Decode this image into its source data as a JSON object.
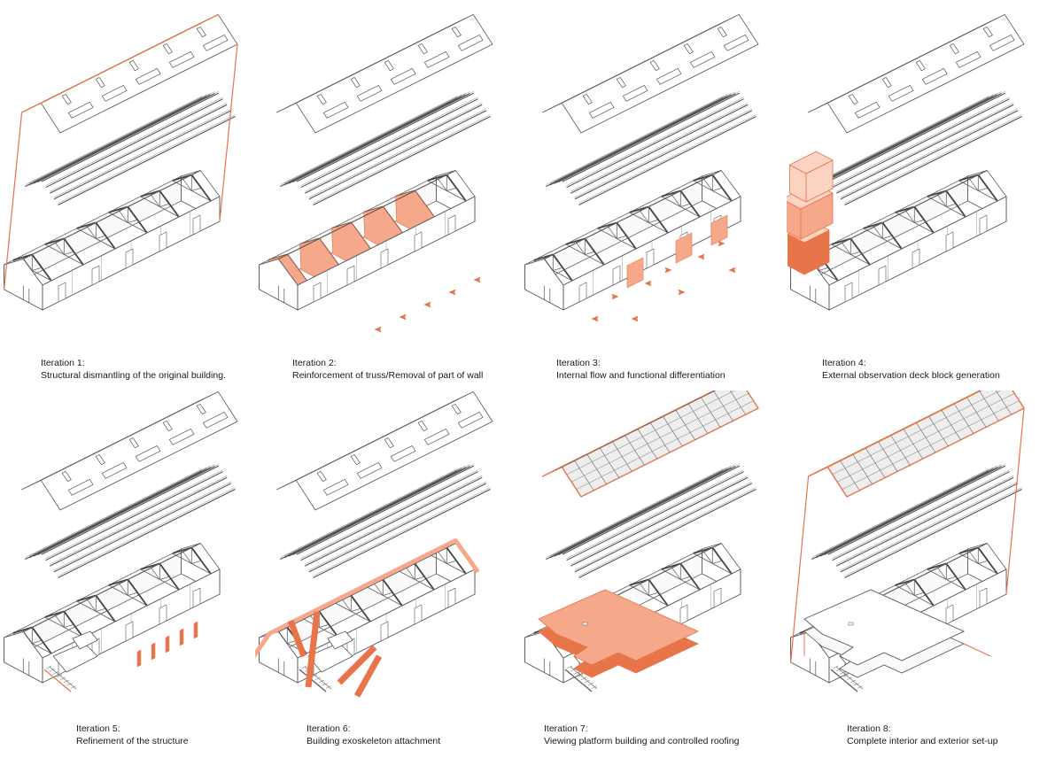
{
  "colors": {
    "accent": "#e8744a",
    "accent_light": "#f6a98a",
    "accent_pale": "#fbd3c2",
    "line": "#555555"
  },
  "iterations": [
    {
      "title": "Iteration 1:",
      "description": "Structural dismantling of the original building."
    },
    {
      "title": "Iteration 2:",
      "description": "Reinforcement of truss/Removal of part of wall"
    },
    {
      "title": "Iteration 3:",
      "description": "Internal flow and functional differentiation"
    },
    {
      "title": "Iteration 4:",
      "description": "External observation deck block generation"
    },
    {
      "title": "Iteration 5:",
      "description": "Refinement of the structure"
    },
    {
      "title": "Iteration 6:",
      "description": "Building exoskeleton attachment"
    },
    {
      "title": "Iteration 7:",
      "description": "Viewing platform building and controlled roofing"
    },
    {
      "title": "Iteration 8:",
      "description": "Complete interior and exterior set-up"
    }
  ]
}
